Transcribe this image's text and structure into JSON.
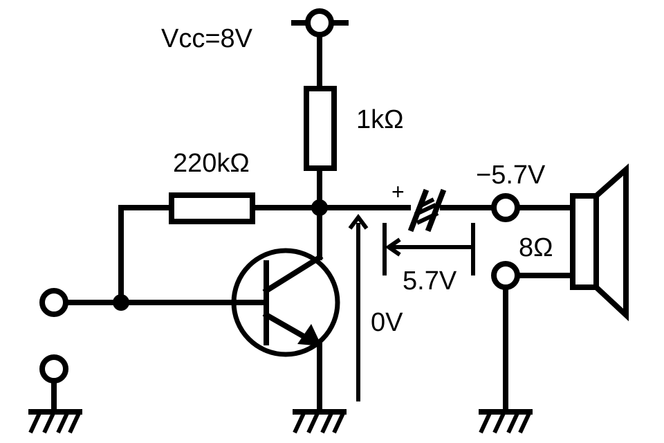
{
  "labels": {
    "vcc": "Vcc=8V",
    "r_collector": "1kΩ",
    "r_bias": "220kΩ",
    "out_voltage": "−5.7V",
    "speaker_impedance": "8Ω",
    "cap_voltage": "5.7V",
    "node_voltage": "0V",
    "cap_polarity": "+"
  },
  "colors": {
    "line": "#000000",
    "background": "#ffffff"
  }
}
